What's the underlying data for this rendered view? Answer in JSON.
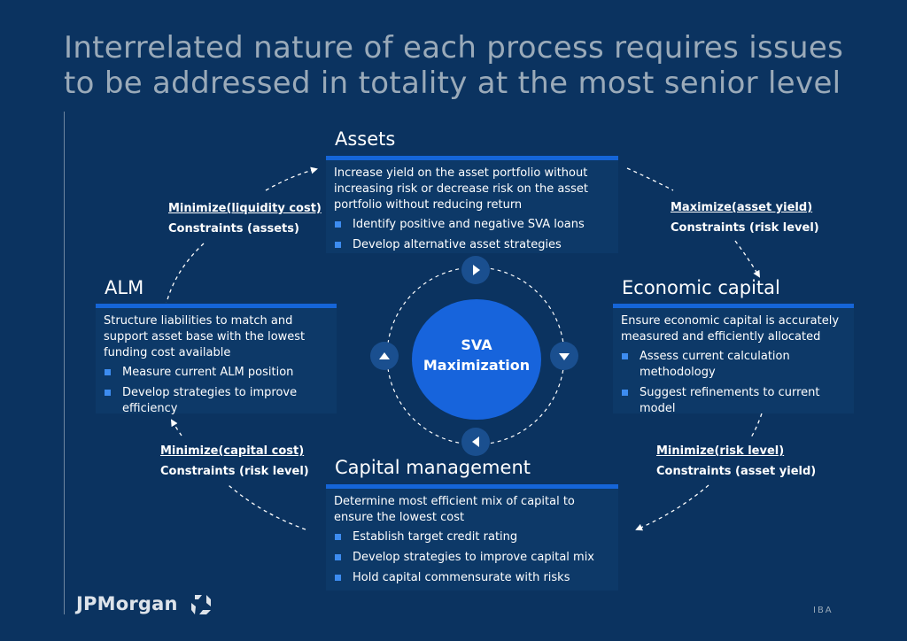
{
  "title": "Interrelated nature of each process requires issues to be addressed in totality at the most senior level",
  "center": {
    "line1": "SVA",
    "line2": "Maximization"
  },
  "assets": {
    "heading": "Assets",
    "lead": "Increase yield on the asset portfolio without increasing risk or decrease risk on the asset portfolio without reducing return",
    "bullets": [
      "Identify positive and negative SVA loans",
      "Develop alternative asset strategies"
    ]
  },
  "alm": {
    "heading": "ALM",
    "lead": "Structure liabilities to match and support asset base with the lowest funding cost available",
    "bullets": [
      "Measure current ALM position",
      "Develop strategies to improve efficiency"
    ]
  },
  "economic_capital": {
    "heading": "Economic capital",
    "lead": "Ensure economic capital is accurately measured and efficiently allocated",
    "bullets": [
      "Assess current calculation methodology",
      "Suggest refinements to current model"
    ]
  },
  "capital_management": {
    "heading": "Capital management",
    "lead": "Determine most efficient mix of capital to ensure the lowest cost",
    "bullets": [
      "Establish target credit rating",
      "Develop strategies to improve capital mix",
      "Hold capital commensurate with risks"
    ]
  },
  "labels": {
    "top_left": {
      "objective": "Minimize(liquidity cost)",
      "constraint": "Constraints (assets)"
    },
    "top_right": {
      "objective": "Maximize(asset yield)",
      "constraint": "Constraints (risk level)"
    },
    "bottom_left": {
      "objective": "Minimize(capital cost)",
      "constraint": "Constraints (risk level)"
    },
    "bottom_right": {
      "objective": "Minimize(risk level)",
      "constraint": "Constraints (asset yield)"
    }
  },
  "footer": {
    "brand": "JPMorgan",
    "code": "IBA"
  },
  "colors": {
    "background": "#0b3360",
    "box": "#0d3968",
    "accent": "#1565d8",
    "bullet": "#3d8cf0",
    "title": "#9aaab9"
  }
}
